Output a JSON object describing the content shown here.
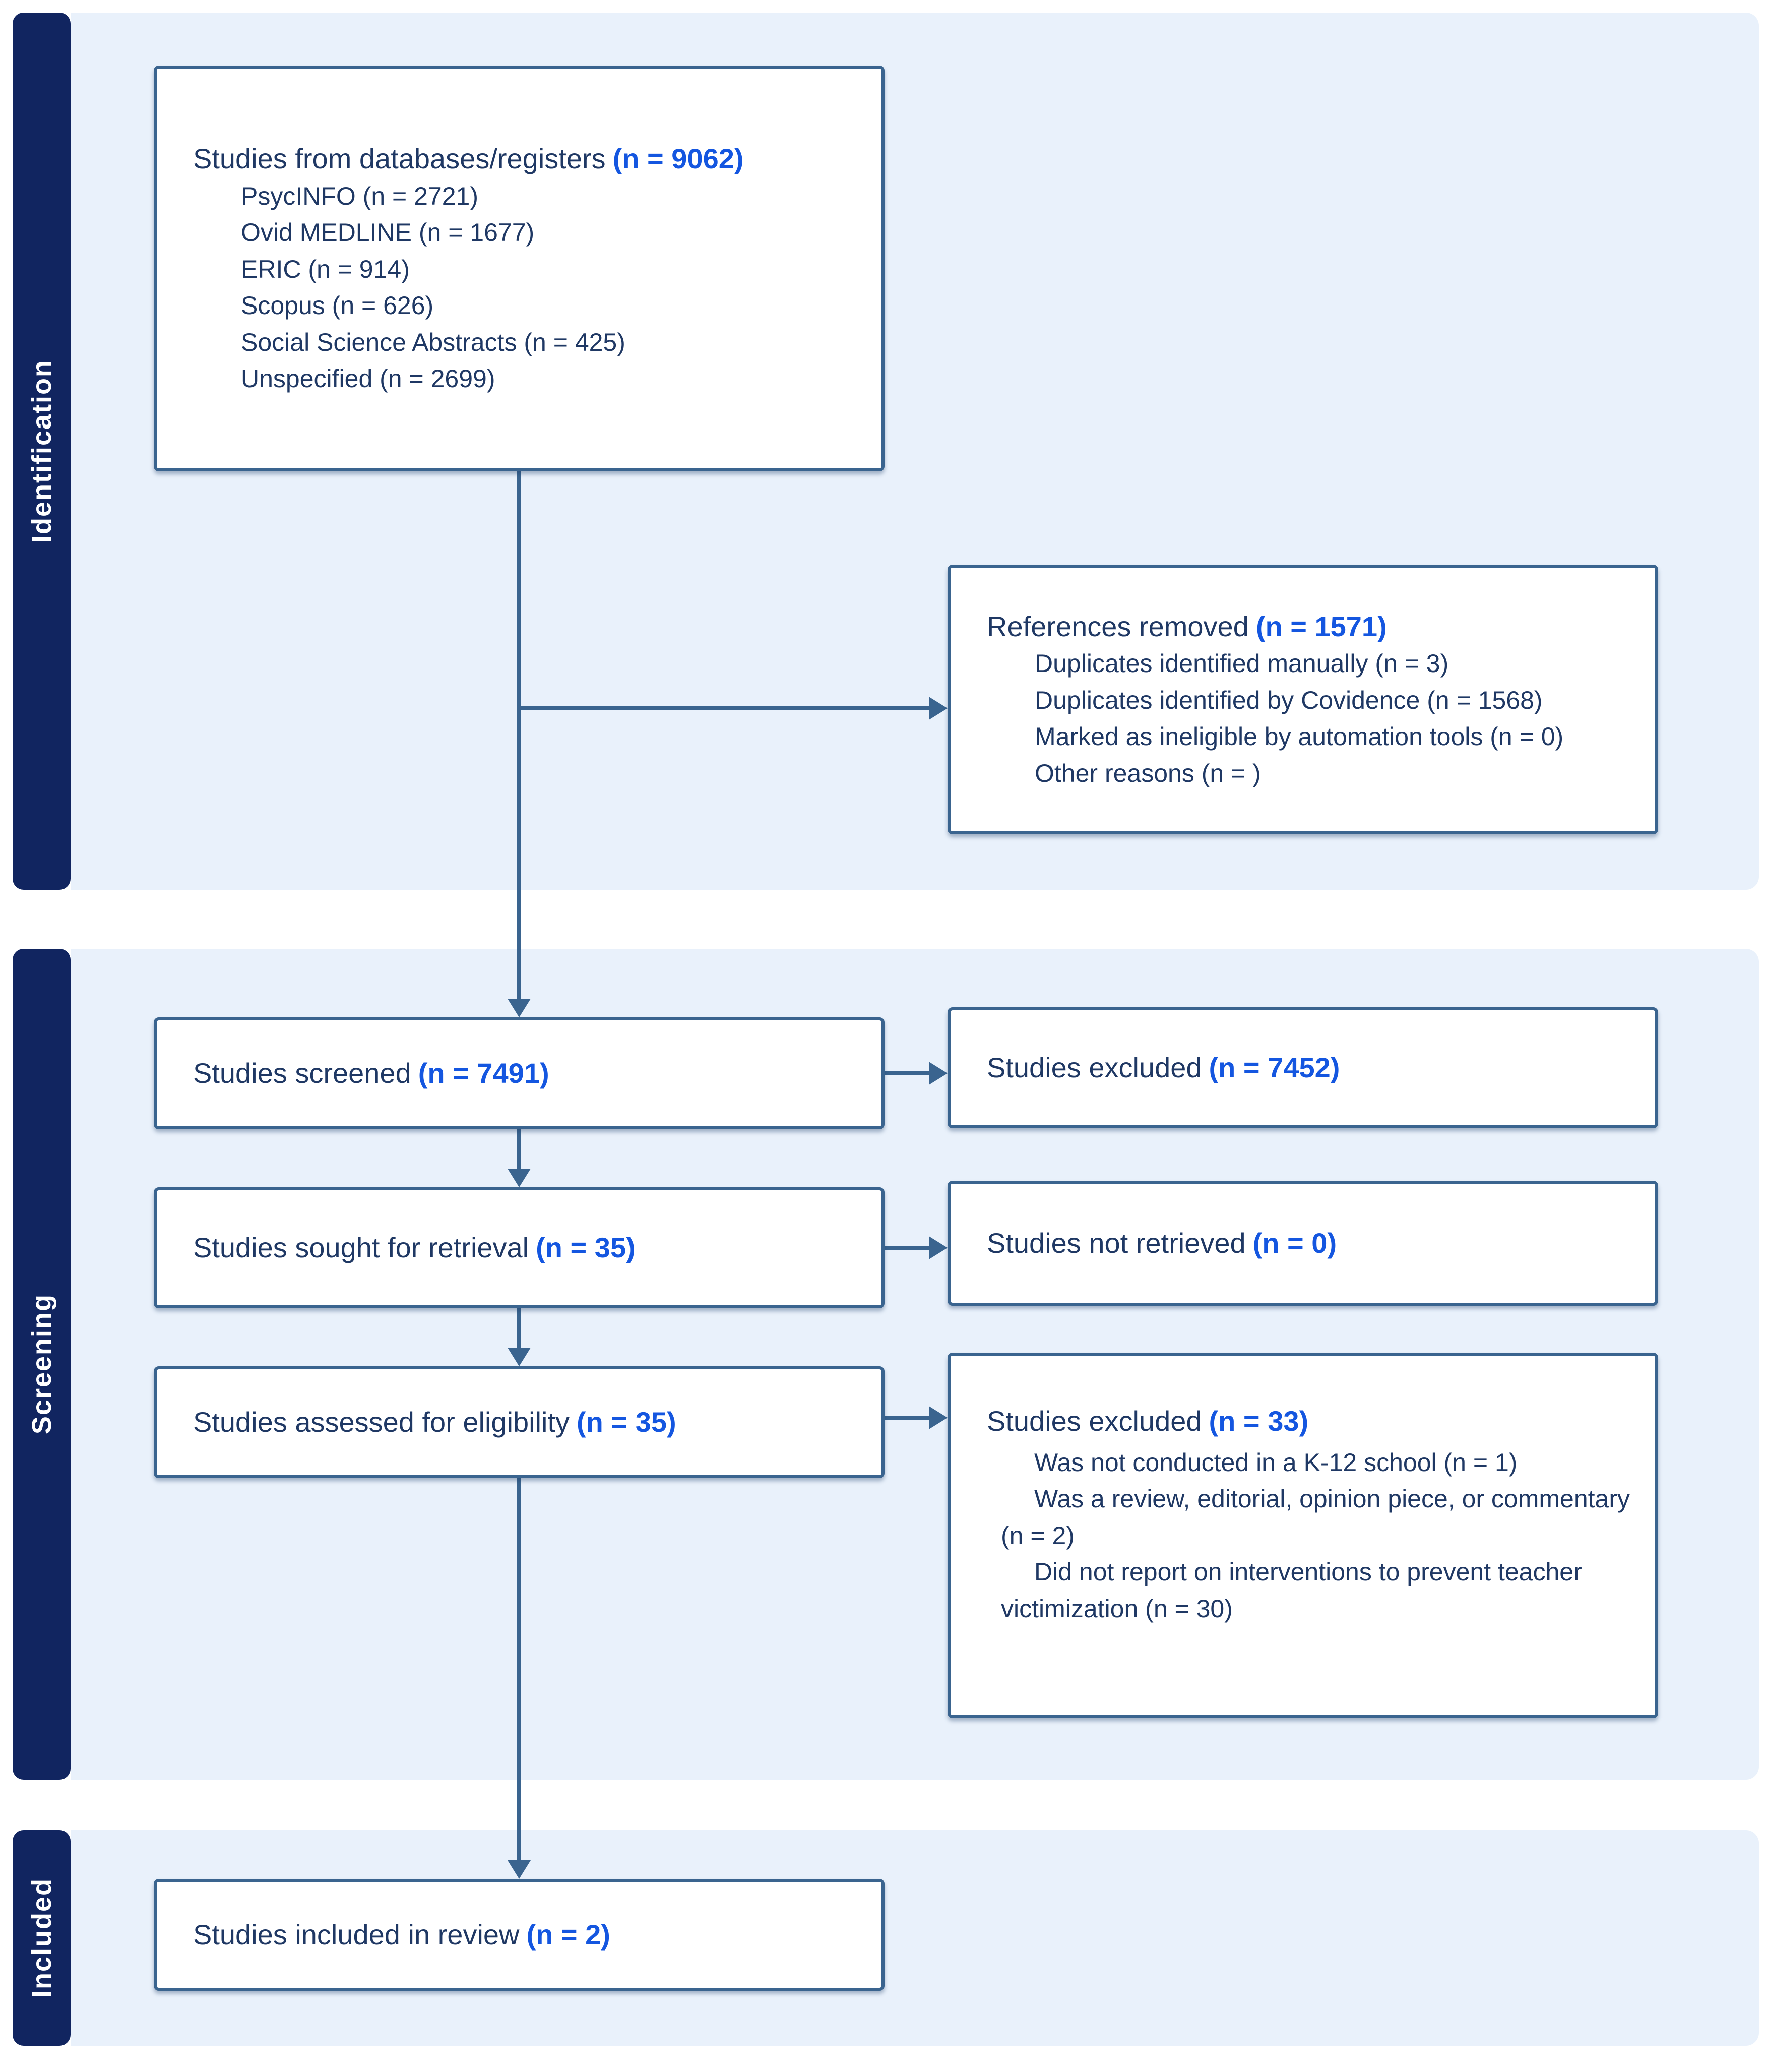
{
  "colors": {
    "sidebar_navy": "#112560",
    "band_light_blue": "#E9F1FB",
    "border_and_arrows": "#3A648F",
    "body_text": "#1F3864",
    "count_accent_blue": "#1456E0"
  },
  "sidebar": {
    "identification": "Identification",
    "screening": "Screening",
    "included": "Included"
  },
  "boxes": {
    "databases": {
      "title": "Studies from databases/registers",
      "n": "(n = 9062)",
      "items": [
        "PsycINFO (n = 2721)",
        "Ovid MEDLINE (n = 1677)",
        "ERIC (n = 914)",
        "Scopus (n = 626)",
        "Social Science Abstracts (n = 425)",
        "Unspecified (n = 2699)"
      ]
    },
    "references_removed": {
      "title": "References removed",
      "n": "(n = 1571)",
      "items": [
        "Duplicates identified manually (n = 3)",
        "Duplicates identified by Covidence (n = 1568)",
        "Marked as ineligible by automation tools (n = 0)",
        "Other reasons (n = )"
      ]
    },
    "screened": {
      "title": "Studies screened",
      "n": "(n = 7491)"
    },
    "excluded_screening": {
      "title": "Studies excluded",
      "n": "(n = 7452)"
    },
    "sought": {
      "title": "Studies sought for retrieval",
      "n": "(n = 35)"
    },
    "not_retrieved": {
      "title": "Studies not retrieved",
      "n": "(n = 0)"
    },
    "assessed": {
      "title": "Studies assessed for eligibility",
      "n": "(n = 35)"
    },
    "excluded_eligibility": {
      "title": "Studies excluded",
      "n": "(n = 33)",
      "items": [
        "Was not conducted in a K-12 school (n = 1)",
        "Was a review, editorial, opinion piece, or commentary (n = 2)",
        "Did not report on interventions to prevent teacher victimization (n = 30)"
      ]
    },
    "included": {
      "title": "Studies included in review",
      "n": "(n = 2)"
    }
  }
}
